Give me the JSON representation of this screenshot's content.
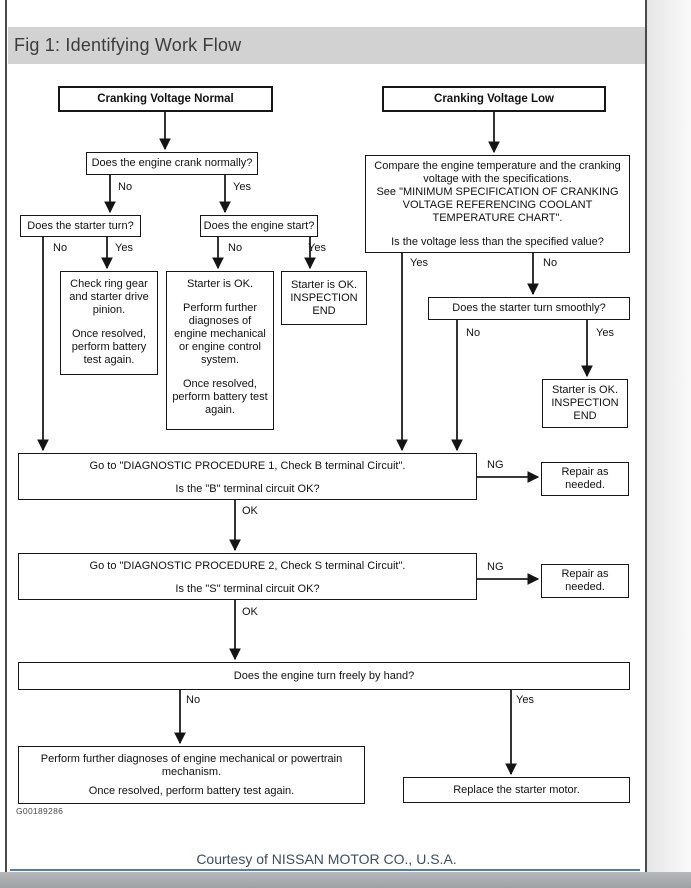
{
  "header": {
    "title": "Fig 1: Identifying Work Flow"
  },
  "footer": {
    "figure_code": "G00189286",
    "courtesy": "Courtesy of NISSAN MOTOR CO., U.S.A."
  },
  "flowchart": {
    "labels": {
      "no": "No",
      "yes": "Yes",
      "ok": "OK",
      "ng": "NG"
    },
    "nodes": {
      "cranking_normal": {
        "text": "Cranking Voltage Normal"
      },
      "cranking_low": {
        "text": "Cranking Voltage Low"
      },
      "crank_normally": {
        "text": "Does the engine crank normally?"
      },
      "starter_turn": {
        "text": "Does the starter turn?"
      },
      "engine_start": {
        "text": "Does the engine start?"
      },
      "check_ring_gear": {
        "lines": [
          "Check ring gear and starter drive pinion.",
          "Once resolved, perform battery test again."
        ]
      },
      "starter_ok_diag": {
        "lines": [
          "Starter is OK.",
          "Perform further diagnoses of engine mechanical or engine control system.",
          "Once resolved, perform battery test again."
        ]
      },
      "inspection_end_left": {
        "lines": [
          "Starter is OK.",
          "INSPECTION END"
        ]
      },
      "compare_voltage": {
        "lines": [
          "Compare the engine temperature and the cranking voltage with the specifications.",
          "See \"MINIMUM SPECIFICATION OF CRANKING VOLTAGE REFERENCING COOLANT TEMPERATURE CHART\".",
          "Is the voltage less than the specified value?"
        ]
      },
      "starter_smoothly": {
        "text": "Does the starter turn smoothly?"
      },
      "inspection_end_right": {
        "lines": [
          "Starter is OK.",
          "INSPECTION END"
        ]
      },
      "procedure1": {
        "lines": [
          "Go to \"DIAGNOSTIC PROCEDURE 1, Check B terminal Circuit\".",
          "Is the \"B\" terminal circuit OK?"
        ]
      },
      "repair_needed": {
        "text": "Repair as needed."
      },
      "procedure2": {
        "lines": [
          "Go to \"DIAGNOSTIC PROCEDURE 2, Check S terminal Circuit\".",
          "Is the \"S\" terminal circuit OK?"
        ]
      },
      "turn_freely": {
        "text": "Does the engine turn freely by hand?"
      },
      "perform_powertrain": {
        "lines": [
          "Perform further diagnoses of engine mechanical or powertrain mechanism.",
          "Once resolved, perform battery test again."
        ]
      },
      "replace_starter": {
        "text": "Replace the starter motor."
      }
    }
  }
}
